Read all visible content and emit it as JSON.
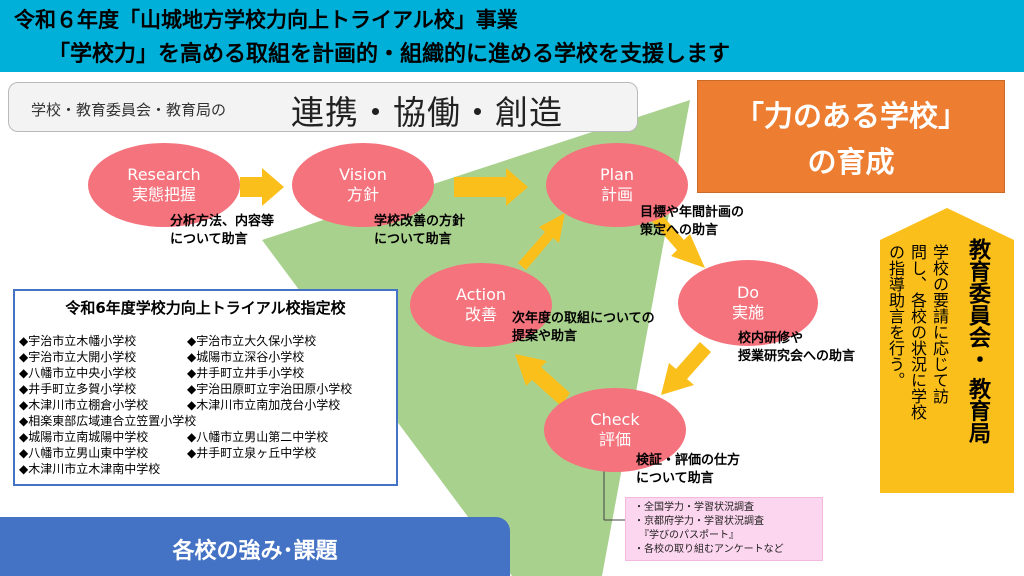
{
  "header": {
    "line1": "令和６年度「山城地方学校力向上トライアル校」事業",
    "line2": "「学校力」を高める取組を計画的・組織的に進める学校を支援します"
  },
  "collab": {
    "prefix": "学校・教育委員会・教育局の",
    "main": "連携・協働・創造"
  },
  "goal": {
    "line1": "「力のある学校」",
    "line2": "の育成"
  },
  "cycle": {
    "research": {
      "en": "Research",
      "ja": "実態把握",
      "note_l1": "分析方法、内容等",
      "note_l2": "について助言"
    },
    "vision": {
      "en": "Vision",
      "ja": "方針",
      "note_l1": "学校改善の方針",
      "note_l2": "について助言"
    },
    "plan": {
      "en": "Plan",
      "ja": "計画",
      "note_l1": "目標や年間計画の",
      "note_l2": "策定への助言"
    },
    "do": {
      "en": "Do",
      "ja": "実施",
      "note_l1": "校内研修や",
      "note_l2": "授業研究会への助言"
    },
    "check": {
      "en": "Check",
      "ja": "評価",
      "note_l1": "検証・評価の仕方",
      "note_l2": "について助言"
    },
    "action": {
      "en": "Action",
      "ja": "改善",
      "note_l1": "次年度の取組についての",
      "note_l2": "提案や助言"
    }
  },
  "schools": {
    "title": "令和6年度学校力向上トライアル校指定校",
    "left": [
      "◆宇治市立木幡小学校",
      "◆宇治市立大開小学校",
      "◆八幡市立中央小学校",
      "◆井手町立多賀小学校",
      "◆木津川市立棚倉小学校",
      "◆相楽東部広域連合立笠置小学校",
      "◆城陽市立南城陽中学校",
      "◆八幡市立男山東中学校",
      "◆木津川市立木津南中学校"
    ],
    "right": [
      "◆宇治市立大久保小学校",
      "◆城陽市立深谷小学校",
      "◆井手町立井手小学校",
      "◆宇治田原町立宇治田原小学校",
      "◆木津川市立南加茂台小学校",
      "",
      "◆八幡市立男山第二中学校",
      "◆井手町立泉ヶ丘中学校",
      ""
    ]
  },
  "strengths": {
    "label": "各校の強み･課題"
  },
  "board": {
    "title_l1": "教育委員会・",
    "title_l2": "教育局",
    "body_l1": "学校の要請に応じて訪",
    "body_l2": "問し、各校の状況に学校",
    "body_l3": "の指導助言を行う。"
  },
  "surveys": [
    "・全国学力・学習状況調査",
    "・京都府学力・学習状況調査",
    "　『学びのパスポート』",
    "・各校の取り組むアンケートなど"
  ],
  "colors": {
    "header": "#00b0d8",
    "node": "#f4737d",
    "arrow": "#fbbf1c",
    "triangle": "#a9d18e",
    "goal": "#ed7d31",
    "board": "#fbbf1c",
    "strengths": "#4472c4",
    "survey": "#fcd5ee"
  }
}
